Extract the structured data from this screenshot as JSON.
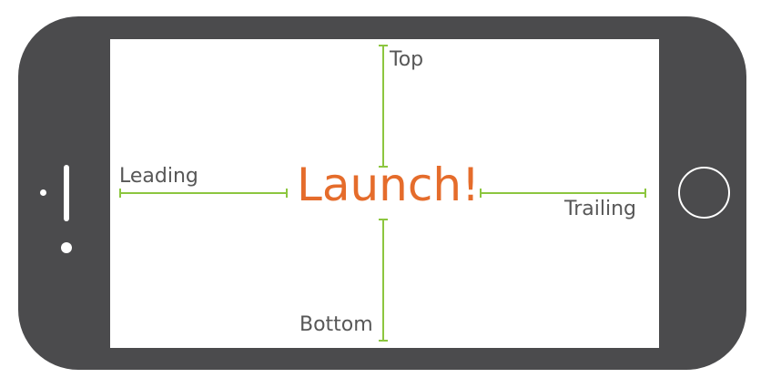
{
  "title": "Launch!",
  "labels": {
    "top": "Top",
    "bottom": "Bottom",
    "leading": "Leading",
    "trailing": "Trailing"
  },
  "colors": {
    "device_body": "#4b4b4d",
    "screen": "#ffffff",
    "title_text": "#e56c2b",
    "guide_line": "#8cc63f",
    "label_text": "#575757"
  },
  "icons": {
    "home_button": "home-button-icon",
    "speaker": "speaker-icon",
    "camera": "camera-icon",
    "sensor": "sensor-icon"
  }
}
